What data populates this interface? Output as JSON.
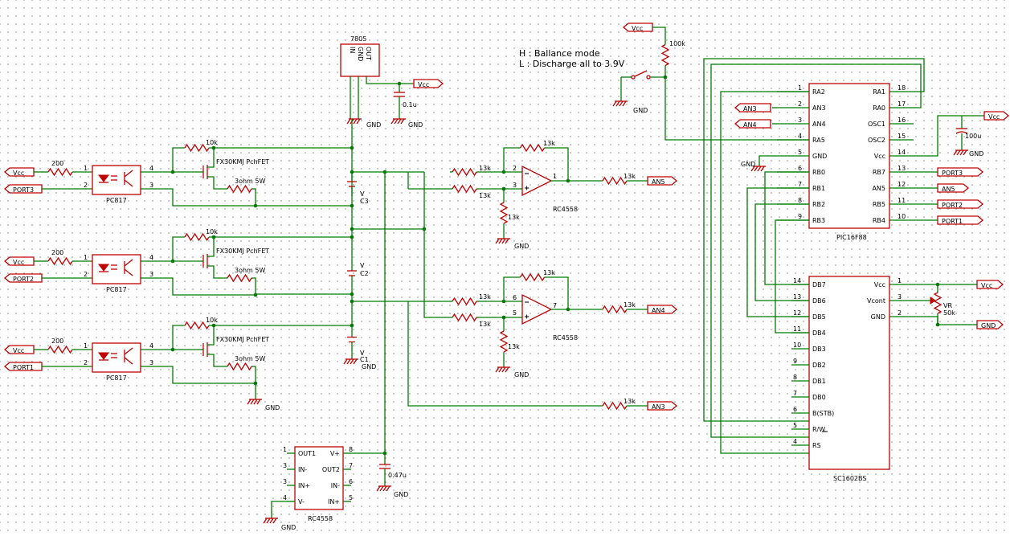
{
  "note": {
    "line_h": "H : Ballance mode",
    "line_l": "L :  Discharge all to 3.9V"
  },
  "regulator": {
    "name": "7805",
    "pin_in": "IN",
    "pin_gnd": "GND",
    "pin_out": "OUT",
    "cap": "0.1u"
  },
  "ports": {
    "vcc": "Vcc",
    "gnd": "GND",
    "port1": "PORT1",
    "port2": "PORT2",
    "port3": "PORT3",
    "an3": "AN3",
    "an4": "AN4",
    "an5": "AN5"
  },
  "balancers": [
    {
      "port": "PORT3",
      "res_in": "200",
      "opto": "PC817",
      "res_gate": "10k",
      "fet": "FX30KMJ PchFET",
      "res_load": "3ohm 5W",
      "cell": "C3",
      "cell_v": "V"
    },
    {
      "port": "PORT2",
      "res_in": "200",
      "opto": "PC817",
      "res_gate": "10k",
      "fet": "FX30KMJ PchFET",
      "res_load": "3ohm 5W",
      "cell": "C2",
      "cell_v": "V"
    },
    {
      "port": "PORT1",
      "res_in": "200",
      "opto": "PC817",
      "res_gate": "10k",
      "fet": "FX30KMJ PchFET",
      "res_load": "3ohm 5W",
      "cell": "C1",
      "cell_v": "V"
    }
  ],
  "opto_pins": [
    "1",
    "2",
    "3",
    "4"
  ],
  "opamp_upper": {
    "name": "RC4558",
    "pins": [
      "2",
      "3",
      "1"
    ],
    "res": [
      "13k",
      "13k",
      "13k",
      "13k",
      "13k"
    ]
  },
  "opamp_lower": {
    "name": "RC4558",
    "pins": [
      "6",
      "5",
      "7"
    ],
    "res": [
      "13k",
      "13k",
      "13k",
      "13k",
      "13k"
    ]
  },
  "an3_res": "13k",
  "rc4558_chip": {
    "name": "RC4558",
    "cap": "0.47u",
    "left_pins": [
      {
        "num": "1",
        "label": "OUT1"
      },
      {
        "num": "3",
        "label": "IN-"
      },
      {
        "num": "3",
        "label": "IN+"
      },
      {
        "num": "4",
        "label": "V-"
      }
    ],
    "right_pins": [
      {
        "num": "8",
        "label": "V+"
      },
      {
        "num": "7",
        "label": "OUT2"
      },
      {
        "num": "6",
        "label": "IN-"
      },
      {
        "num": "5",
        "label": "IN+"
      }
    ]
  },
  "switch": {
    "res": "100k"
  },
  "pic": {
    "name": "PIC16F88",
    "left_pins": [
      {
        "num": "1",
        "label": "RA2"
      },
      {
        "num": "2",
        "label": "AN3"
      },
      {
        "num": "3",
        "label": "AN4"
      },
      {
        "num": "4",
        "label": "RA5"
      },
      {
        "num": "5",
        "label": "GND"
      },
      {
        "num": "6",
        "label": "RB0"
      },
      {
        "num": "7",
        "label": "RB1"
      },
      {
        "num": "8",
        "label": "RB2"
      },
      {
        "num": "9",
        "label": "RB3"
      }
    ],
    "right_pins": [
      {
        "num": "18",
        "label": "RA1"
      },
      {
        "num": "17",
        "label": "RA0"
      },
      {
        "num": "16",
        "label": "OSC1"
      },
      {
        "num": "15",
        "label": "OSC2"
      },
      {
        "num": "14",
        "label": "Vcc"
      },
      {
        "num": "13",
        "label": "RB7"
      },
      {
        "num": "12",
        "label": "AN5"
      },
      {
        "num": "11",
        "label": "RB5"
      },
      {
        "num": "10",
        "label": "RB4"
      }
    ],
    "cap": "100u"
  },
  "lcd": {
    "name": "SC1602BS",
    "left_pins": [
      {
        "num": "14",
        "label": "DB7"
      },
      {
        "num": "13",
        "label": "DB6"
      },
      {
        "num": "12",
        "label": "DB5"
      },
      {
        "num": "11",
        "label": "DB4"
      },
      {
        "num": "10",
        "label": "DB3"
      },
      {
        "num": "9",
        "label": "DB2"
      },
      {
        "num": "8",
        "label": "DB1"
      },
      {
        "num": "7",
        "label": "DB0"
      },
      {
        "num": "6",
        "label": "B(STB)"
      },
      {
        "num": "5",
        "label": "R/W"
      },
      {
        "num": "4",
        "label": "RS"
      }
    ],
    "right_pins": [
      {
        "num": "1",
        "label": "Vcc"
      },
      {
        "num": "3",
        "label": "Vcont"
      },
      {
        "num": "2",
        "label": "GND"
      }
    ],
    "vr": "VR",
    "vr_val": "50k"
  }
}
